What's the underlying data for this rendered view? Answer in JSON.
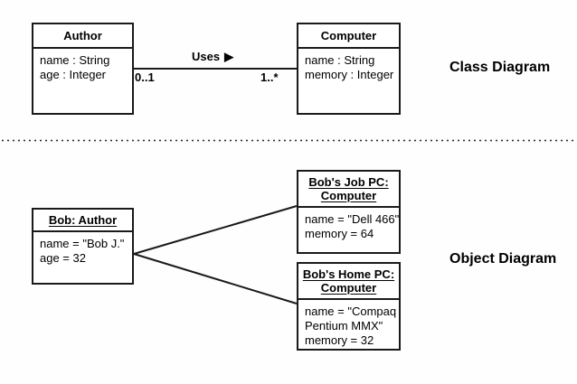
{
  "diagram": {
    "title_class_section": "Class Diagram",
    "title_object_section": "Object Diagram"
  },
  "class_diagram": {
    "classes": [
      {
        "name": "Author",
        "attributes": [
          "name : String",
          "age : Integer"
        ]
      },
      {
        "name": "Computer",
        "attributes": [
          "name : String",
          "memory : Integer"
        ]
      }
    ],
    "association": {
      "label": "Uses",
      "direction_marker": "▶",
      "source_multiplicity": "0..1",
      "target_multiplicity": "1..*"
    }
  },
  "object_diagram": {
    "objects": [
      {
        "title_lines": [
          "Bob: Author"
        ],
        "slots": [
          "name = \"Bob J.\"",
          "age = 32"
        ]
      },
      {
        "title_lines": [
          "Bob's Job PC:",
          "Computer"
        ],
        "slots": [
          "name = \"Dell 466\"",
          "memory = 64"
        ]
      },
      {
        "title_lines": [
          "Bob's Home PC:",
          "Computer"
        ],
        "slots": [
          "name = \"Compaq",
          "Pentium MMX\"",
          "memory = 32"
        ]
      }
    ]
  },
  "colors": {
    "ink": "#1a1a1a",
    "background": "#fefefe"
  }
}
